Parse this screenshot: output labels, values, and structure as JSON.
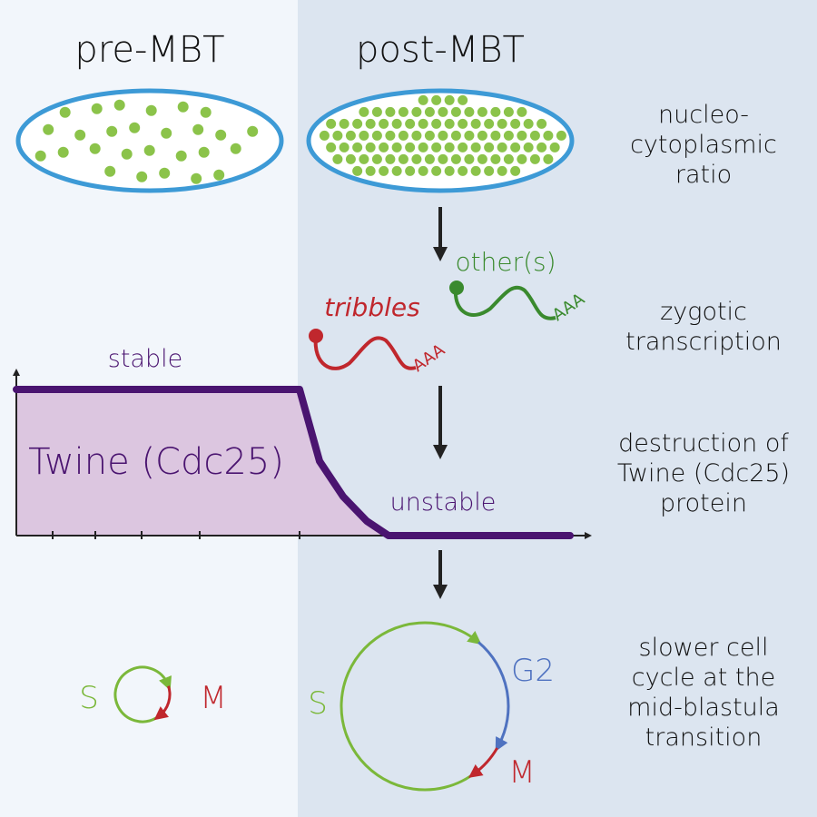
{
  "columns": {
    "pre": "pre-MBT",
    "post": "post-MBT"
  },
  "right_labels": {
    "nc_ratio": [
      "nucleo-",
      "cytoplasmic",
      "ratio"
    ],
    "zygotic": [
      "zygotic",
      "transcription"
    ],
    "destruction": [
      "destruction of",
      "Twine (Cdc25)",
      "protein"
    ],
    "cycle": [
      "slower cell",
      "cycle at the",
      "mid-blastula",
      "transition"
    ]
  },
  "transcripts": {
    "tribbles": "tribbles",
    "others": "other(s)",
    "polyA": "AAA"
  },
  "graph": {
    "protein": "Twine (Cdc25)",
    "stable": "stable",
    "unstable": "unstable"
  },
  "cell_cycle": {
    "S": "S",
    "M": "M",
    "G2": "G2"
  },
  "colors": {
    "pre_bg": "#f2f6fb",
    "post_bg": "#dce5f0",
    "embryo_outline": "#3d9ad6",
    "nuclei": "#8bc34a",
    "purple": "#4a1470",
    "fill": "#dcc6e0",
    "red": "#c0272d",
    "green": "#3a8a2e",
    "cycle_green": "#7bb83a",
    "blue": "#4f72c0",
    "arrow": "#222222"
  }
}
